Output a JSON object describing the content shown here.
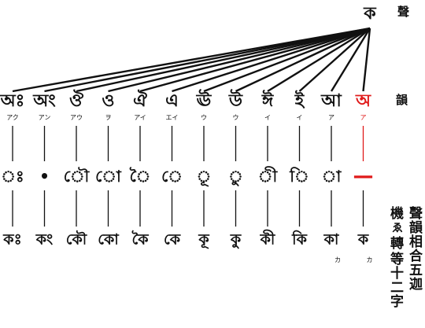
{
  "labels": {
    "top": "聲",
    "row": "韻",
    "caption_col1": "聲韻相合五迦",
    "caption_col2": "等十二字",
    "caption_col3_a": "機",
    "caption_col3_b": "轉",
    "caption_symbol": "ゑ"
  },
  "colors": {
    "accent": "#e01b1b",
    "ink": "#111111"
  },
  "top_glyph": "ক",
  "columns": [
    {
      "row1": "অঃ",
      "kana": "アク",
      "mark": "ঃ",
      "bottom": "কঃ",
      "bottom_kana": ""
    },
    {
      "row1": "অং",
      "kana": "アン",
      "mark": "•",
      "bottom": "কং",
      "bottom_kana": ""
    },
    {
      "row1": "ঔ",
      "kana": "アウ",
      "mark": "ৌ",
      "bottom": "কৌ",
      "bottom_kana": ""
    },
    {
      "row1": "ও",
      "kana": "ヲ",
      "mark": "ো",
      "bottom": "কো",
      "bottom_kana": ""
    },
    {
      "row1": "ঐ",
      "kana": "アイ",
      "mark": "ৈ",
      "bottom": "কৈ",
      "bottom_kana": ""
    },
    {
      "row1": "এ",
      "kana": "エイ",
      "mark": "ে",
      "bottom": "কে",
      "bottom_kana": ""
    },
    {
      "row1": "ঊ",
      "kana": "ウ",
      "mark": "ূ",
      "bottom": "কূ",
      "bottom_kana": ""
    },
    {
      "row1": "উ",
      "kana": "ウ",
      "mark": "ু",
      "bottom": "কু",
      "bottom_kana": ""
    },
    {
      "row1": "ঈ",
      "kana": "イ",
      "mark": "ী",
      "bottom": "কী",
      "bottom_kana": ""
    },
    {
      "row1": "ই",
      "kana": "イ",
      "mark": "ি",
      "bottom": "কি",
      "bottom_kana": ""
    },
    {
      "row1": "আ",
      "kana": "ア",
      "mark": "া",
      "bottom": "কা",
      "bottom_kana": "カ"
    },
    {
      "row1": "অ",
      "kana": "ア",
      "mark": "—",
      "bottom": "ক",
      "bottom_kana": "カ",
      "accent": true
    }
  ]
}
